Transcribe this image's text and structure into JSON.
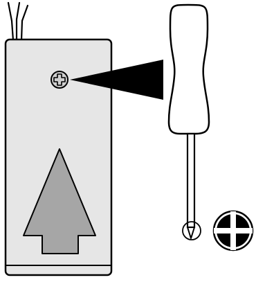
{
  "diagram": {
    "components": [
      {
        "name": "battery-holder",
        "icon": "device-housing-icon"
      },
      {
        "name": "lead-wires",
        "icon": "wire-icon"
      },
      {
        "name": "cover-screw",
        "icon": "phillips-screw-icon"
      },
      {
        "name": "direction-arrow",
        "icon": "up-arrow-icon"
      },
      {
        "name": "screwdriver",
        "icon": "phillips-screwdriver-icon"
      },
      {
        "name": "phillips-tip-detail",
        "icon": "phillips-cross-icon"
      }
    ],
    "colors": {
      "outline": "#000000",
      "housing_fill": "#e6e6e6",
      "arrow_fill": "#a6a6a6",
      "screw_fill": "#cfcfcf",
      "screwdriver_fill": "#ffffff",
      "background": "#ffffff"
    }
  }
}
